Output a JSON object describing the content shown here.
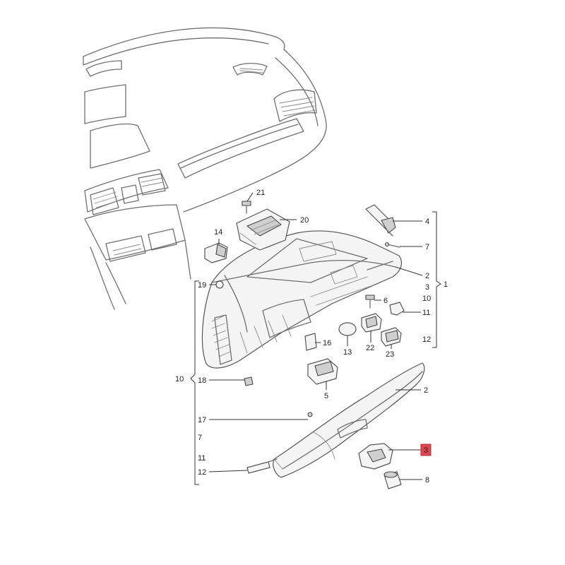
{
  "callouts": {
    "n21": "21",
    "n20": "20",
    "n14": "14",
    "n4": "4",
    "n7a": "7",
    "n2a": "2",
    "n3a": "3",
    "n1": "1",
    "n10a": "10",
    "n11a": "11",
    "n12a": "12",
    "n19": "19",
    "n6": "6",
    "n16": "16",
    "n13": "13",
    "n22": "22",
    "n23": "23",
    "n10b": "10",
    "n18": "18",
    "n5": "5",
    "n2b": "2",
    "n17": "17",
    "n7b": "7",
    "n11b": "11",
    "n3b": "3",
    "n12b": "12",
    "n8": "8"
  },
  "colors": {
    "highlight": "#e0464f",
    "line": "#6f6f6f"
  }
}
